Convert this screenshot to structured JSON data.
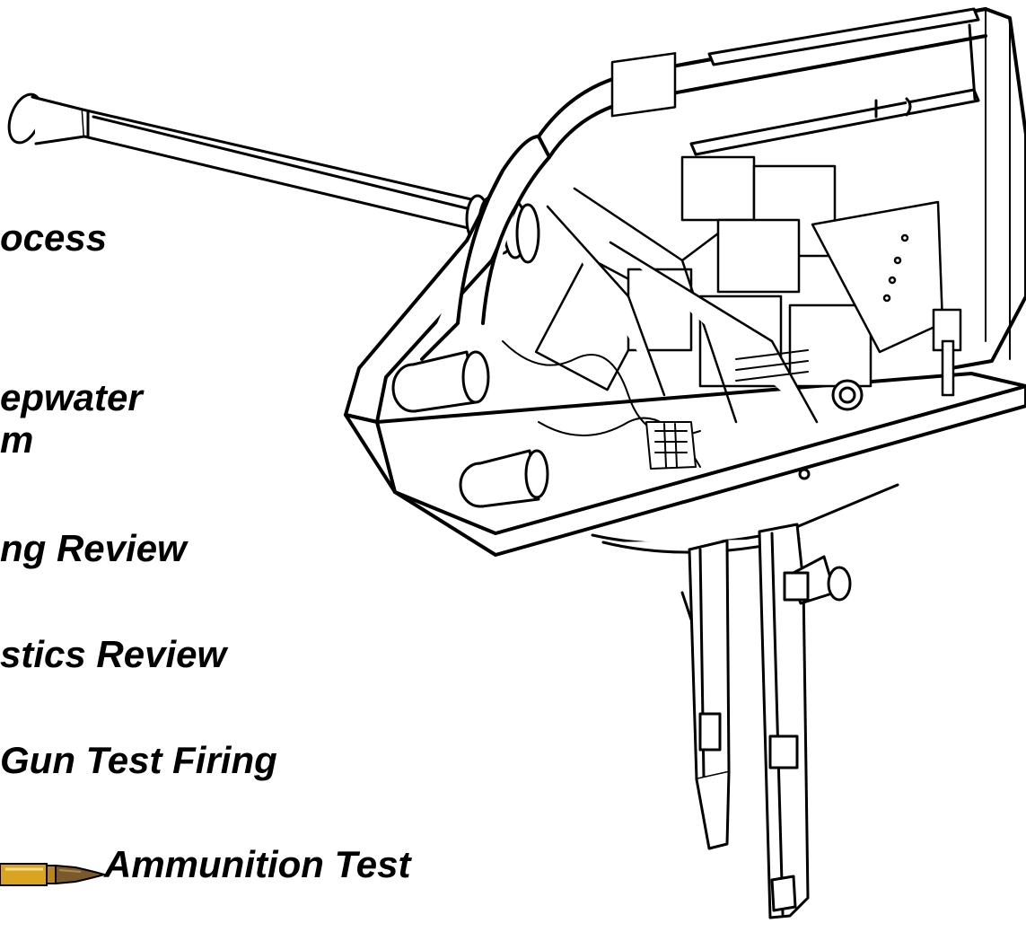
{
  "items": [
    {
      "text": "ocess"
    },
    {
      "text": "epwater"
    },
    {
      "text": "m"
    },
    {
      "text": "ng Review"
    },
    {
      "text": "stics Review"
    },
    {
      "text": "Gun Test Firing"
    },
    {
      "text": "Ammunition Test"
    }
  ],
  "icons": {
    "list_bullet": "ammunition-cartridge-icon",
    "illustration": "naval-gun-turret-cutaway"
  },
  "colors": {
    "text": "#000000",
    "background": "#ffffff",
    "cartridge_brass": "#d9a520",
    "cartridge_tip": "#7a5a2a"
  }
}
